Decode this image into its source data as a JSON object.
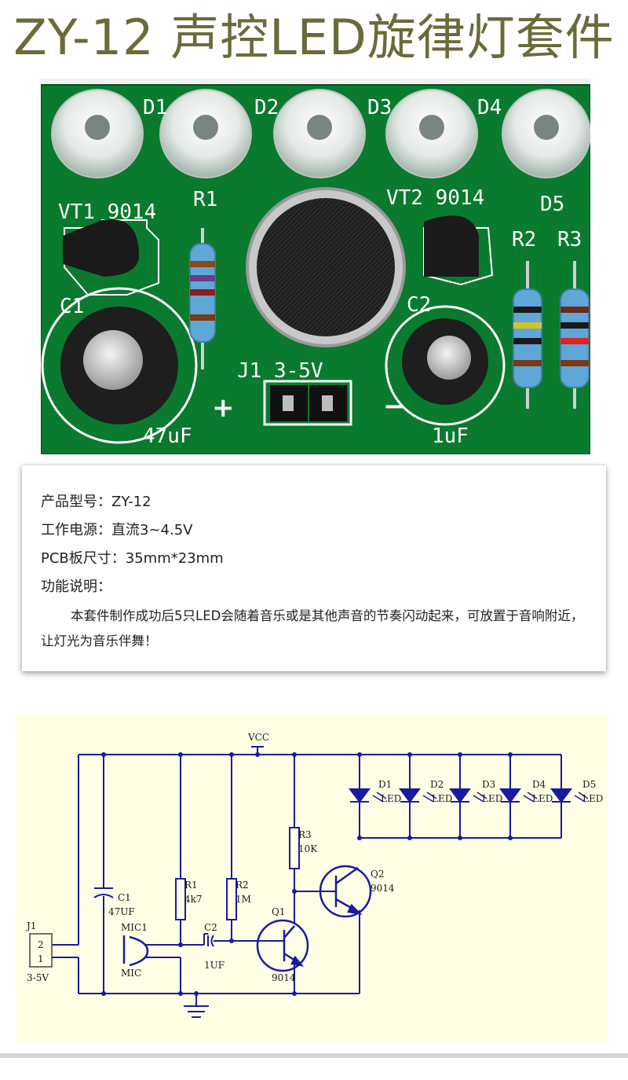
{
  "title": "ZY-12 声控LED旋律灯套件",
  "pcb": {
    "leds": [
      "D1",
      "D2",
      "D3",
      "D4",
      "D5"
    ],
    "r1": "R1",
    "r2": "R2",
    "r3": "R3",
    "vt1": "VT1 9014",
    "vt2": "VT2 9014",
    "c1": "C1",
    "c2": "C2",
    "j1": "J1 3-5V",
    "c1_value": "47uF",
    "c2_value": "1uF",
    "plus": "+",
    "minus": "−"
  },
  "spec": {
    "model": "产品型号：ZY-12",
    "power": "工作电源：直流3~4.5V",
    "size": "PCB板尺寸：35mm*23mm",
    "func_title": "功能说明：",
    "func_desc": "本套件制作成功后5只LED会随着音乐或是其他声音的节奏闪动起来，可放置于音响附近，让灯光为音乐伴舞！"
  },
  "schematic": {
    "vcc": "VCC",
    "d_labels": [
      "D1",
      "D2",
      "D3",
      "D4",
      "D5"
    ],
    "led": "LED",
    "r1": "R1",
    "r1_val": "4k7",
    "r2": "R2",
    "r2_val": "1M",
    "r3": "R3",
    "r3_val": "10K",
    "c1": "C1",
    "c1_val": "47UF",
    "c2": "C2",
    "c2_val": "1UF",
    "mic": "MIC1",
    "mic_val": "MIC",
    "q1": "Q1",
    "q1_val": "9014",
    "q2": "Q2",
    "q2_val": "9014",
    "j1": "J1",
    "j1_pins": [
      "2",
      "1"
    ],
    "j1_val": "3-5V"
  }
}
